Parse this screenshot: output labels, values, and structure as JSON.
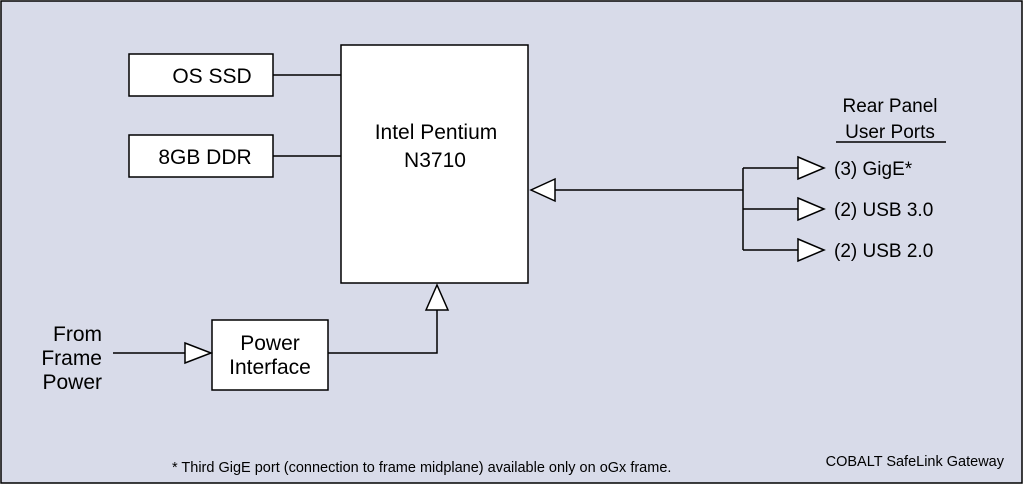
{
  "colors": {
    "background": "#d8dbe9",
    "box_fill": "#ffffff",
    "stroke": "#000000"
  },
  "blocks": {
    "os_ssd": "OS SSD",
    "ddr": "8GB DDR",
    "cpu_line1": "Intel Pentium",
    "cpu_line2": "N3710",
    "power_line1": "Power",
    "power_line2": "Interface"
  },
  "input": {
    "line1": "From",
    "line2": "Frame",
    "line3": "Power"
  },
  "rear_panel": {
    "title_line1": "Rear Panel",
    "title_line2": "User Ports",
    "ports": [
      "(3) GigE*",
      "(2) USB 3.0",
      "(2) USB 2.0"
    ]
  },
  "footnote": "* Third GigE port (connection to frame midplane) available only on oGx frame.",
  "product": "COBALT SafeLink Gateway"
}
